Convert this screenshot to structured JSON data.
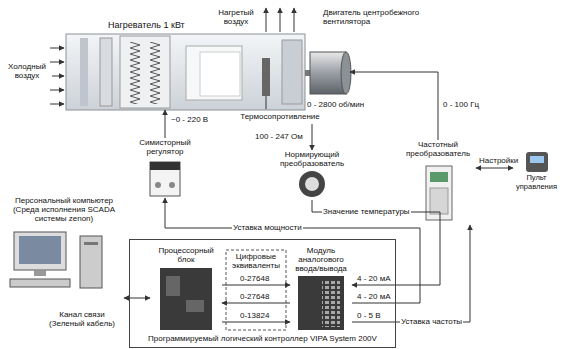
{
  "diagram": {
    "nodes": [
      {
        "text": [
          "Нагреватель 1 кВт"
        ]
      },
      {
        "text": [
          "Термосопротивление"
        ]
      },
      {
        "text": [
          "Двигатель центробежного вентилятора",
          "0 - 2800 об/мин"
        ]
      },
      {
        "text": [
          "Симисторный регулятор"
        ]
      },
      {
        "text": [
          "Нормирующий преобразователь"
        ]
      },
      {
        "text": [
          "Частотный преобразователь"
        ]
      },
      {
        "text": [
          "Пульт управления"
        ]
      },
      {
        "text": [
          "Персональный компьютер (Среда исполнения SCADA системы zenon)"
        ]
      },
      {
        "text": [
          "Программируемый логический контроллер VIPA System 200V"
        ]
      },
      {
        "text": [
          "Процессорный блок"
        ],
        "in": 8
      },
      {
        "text": [
          "Модуль аналогового ввода/вывода"
        ],
        "in": 8
      }
    ],
    "edges": [
      {
        "from": 3,
        "to": 0,
        "label": "~0 - 220 В",
        "arrow": "to"
      },
      {
        "from": 1,
        "to": 4,
        "label": "100 - 247 Ом",
        "arrow": "to"
      },
      {
        "from": 5,
        "to": 2,
        "label": "0 - 100 Гц",
        "arrow": "to"
      },
      {
        "from": 6,
        "to": 5,
        "label": "Настройки",
        "arrow": "both"
      },
      {
        "from": 10,
        "to": 3,
        "label": "Уставка мощности",
        "arrow": "to"
      },
      {
        "from": 4,
        "to": 10,
        "label": "Значение температуры",
        "arrow": "to"
      },
      {
        "from": 10,
        "to": 5,
        "label": "Уставка частоты",
        "arrow": "to"
      },
      {
        "from": 9,
        "to": 10,
        "label": "0-27648",
        "arrow": "to"
      },
      {
        "from": 10,
        "to": 9,
        "label": "0-27648",
        "arrow": "to"
      },
      {
        "from": 9,
        "to": 10,
        "label": "0-13824",
        "arrow": "to"
      },
      {
        "from": 7,
        "to": 9,
        "label": "Канал связи (Зеленый кабель)",
        "arrow": "both"
      }
    ],
    "labels": [
      "Холодный воздух",
      "Нагретый воздух",
      "Цифровые эквиваленты",
      "4 - 20 мА",
      "4 - 20 мА",
      "0 - 5 В"
    ]
  }
}
